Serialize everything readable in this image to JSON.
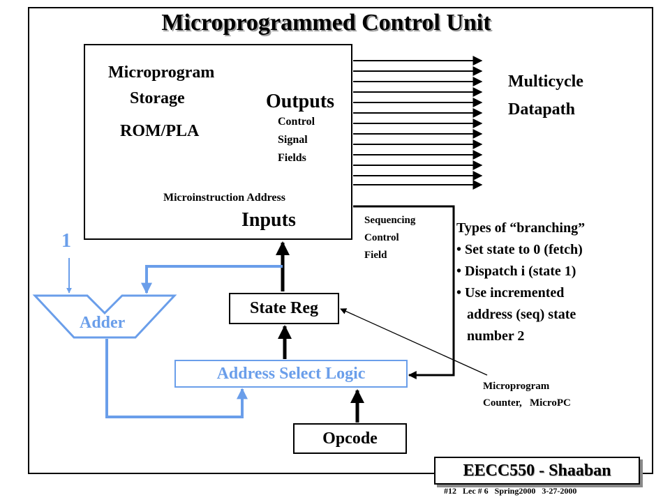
{
  "title": "Microprogrammed  Control Unit",
  "rom": {
    "line1": "Microprogram",
    "line2": "Storage",
    "line3": "ROM/PLA",
    "outputs_label": "Outputs",
    "outputs_sub": [
      "Control",
      "Signal",
      "Fields"
    ],
    "address_label": "Microinstruction Address",
    "inputs_label": "Inputs"
  },
  "datapath": [
    "Multicycle",
    "Datapath"
  ],
  "sequencing": [
    "Sequencing",
    "Control",
    "Field"
  ],
  "branching": {
    "heading": "Types of “branching”",
    "items": [
      "• Set state to 0 (fetch)",
      "• Dispatch i (state 1)",
      "• Use incremented",
      "   address (seq) state",
      "   number 2"
    ]
  },
  "one_label": "1",
  "adder_label": "Adder",
  "state_reg_label": "State Reg",
  "address_select_label": "Address Select Logic",
  "opcode_label": "Opcode",
  "micropc": [
    "Microprogram",
    "Counter,   MicroPC"
  ],
  "badge": "EECC550 - Shaaban",
  "footer": "#12   Lec # 6   Spring2000   3-27-2000",
  "colors": {
    "blue": "#6a9eea",
    "black": "#000000",
    "shadow": "#9a9a9a"
  }
}
